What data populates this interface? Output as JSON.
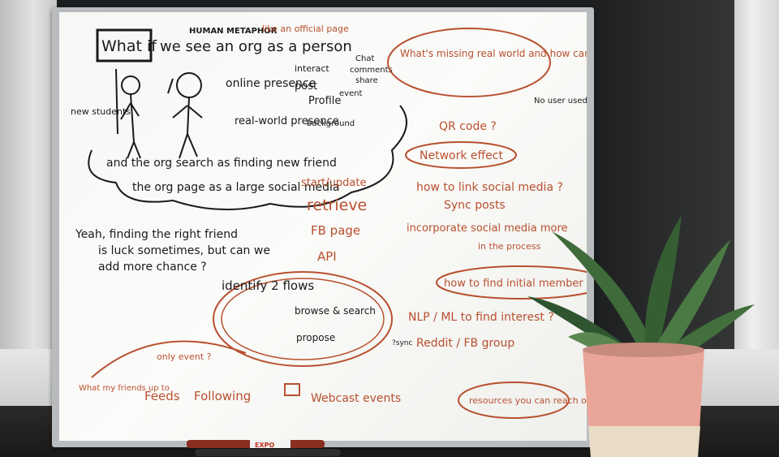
{
  "board": {
    "black_notes": {
      "header": "HUMAN METAPHOR",
      "what_if": "What if",
      "we_see": "we see an org as a person",
      "online_presence": "online presence",
      "interact": "interact",
      "chat": "Chat",
      "comments": "comments",
      "share": "share",
      "post": "post",
      "event": "event",
      "profile": "Profile",
      "realworld_presence": "real-world presence",
      "background": "background",
      "new_students": "new students",
      "org_search": "and the org search as finding new friend",
      "org_page": "the org page as a large social media",
      "yeah_line1": "Yeah, finding the right friend",
      "yeah_line2": "is luck sometimes, but can we",
      "yeah_line3": "add more chance ?",
      "no_user": "No user used it ?",
      "reddit_prefix": "?sync"
    },
    "orange_notes": {
      "like_official": "like an official page",
      "whats_missing": "What's missing real world and how can fix / help virtually",
      "qr_code": "QR code ?",
      "network_effect": "Network effect",
      "how_to_link": "how to link social media ?",
      "sync_posts": "Sync posts",
      "start_update": "start/update",
      "retrieve": "retrieve",
      "fb_page": "FB page",
      "api": "API",
      "incorporate1": "incorporate social media more",
      "incorporate2": "in the process",
      "initial_member": "how to find initial member",
      "nlp": "NLP / ML to find interest ?",
      "reddit": "Reddit / FB group",
      "identify": "identify 2 flows",
      "browse_search": "browse & search",
      "propose": "propose",
      "only_event": "only event ?",
      "what_friends": "What my friends up to",
      "feeds": "Feeds",
      "following": "Following",
      "webcast": "Webcast events",
      "resources": "resources you can reach out"
    }
  },
  "marker_label": "EXPO",
  "colors": {
    "black_ink": "#1a1a1a",
    "orange_ink": "#b8502f",
    "pot_pink": "#e9a598",
    "pot_cream": "#e8dcc6",
    "leaf_green": "#3f6a3a"
  }
}
